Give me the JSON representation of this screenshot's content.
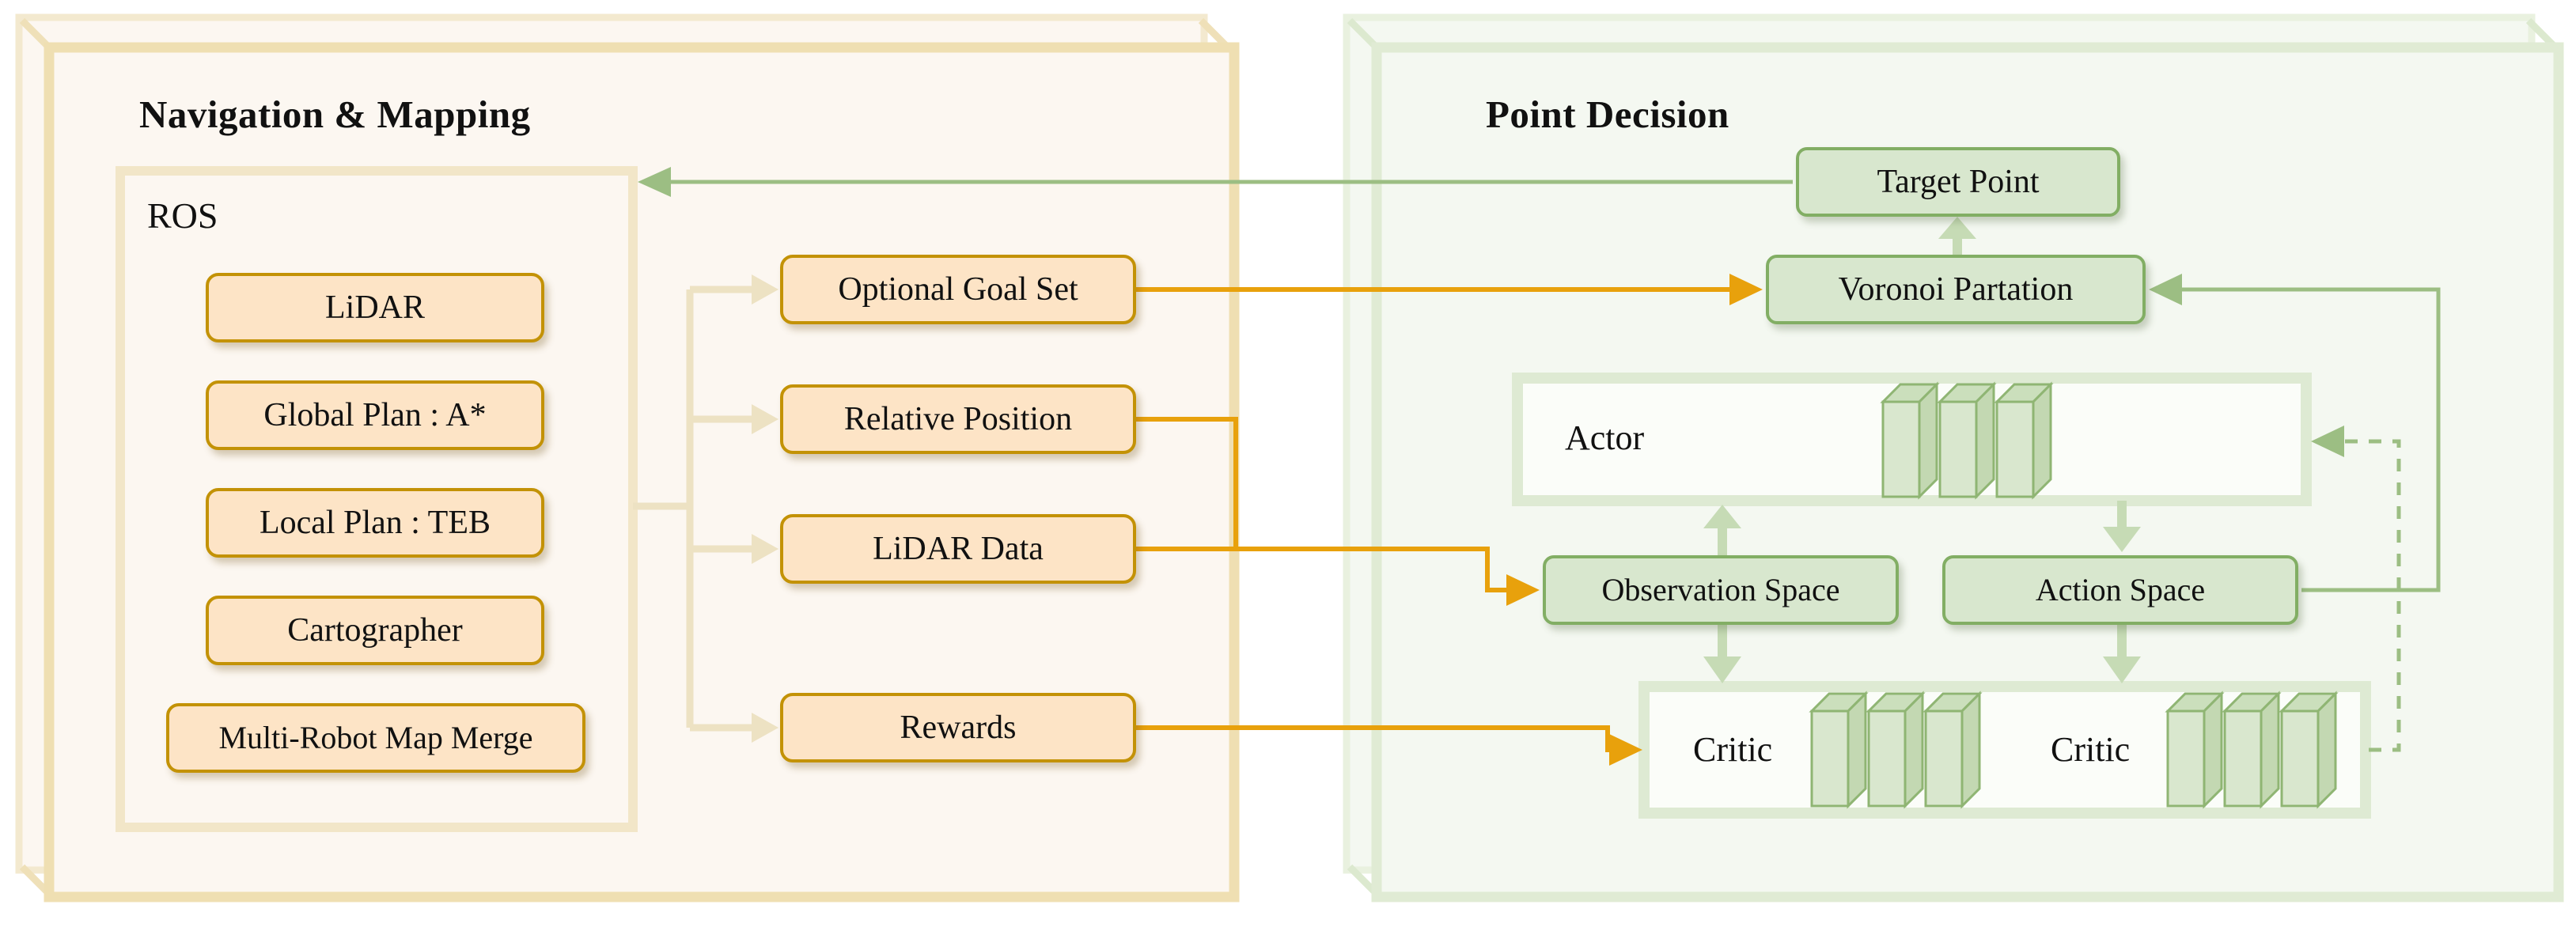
{
  "figure": {
    "kind": "multi-robot exploration architecture diagram"
  },
  "navigation_panel": {
    "title": "Navigation & Mapping",
    "ros": {
      "label": "ROS",
      "nodes": [
        "LiDAR",
        "Global Plan : A*",
        "Local Plan : TEB",
        "Cartographer",
        "Multi-Robot Map Merge"
      ]
    },
    "signals": [
      "Optional Goal Set",
      "Relative Position",
      "LiDAR Data",
      "Rewards"
    ]
  },
  "decision_panel": {
    "title": "Point Decision",
    "target_point": "Target Point",
    "voronoi": "Voronoi Partation",
    "actor": "Actor",
    "observation_space": "Observation Space",
    "action_space": "Action Space",
    "critics": [
      "Critic",
      "Critic"
    ]
  },
  "edges": [
    {
      "from": "ROS",
      "to": "Optional Goal Set / Relative Position / LiDAR Data / Rewards",
      "style": "beige-branch"
    },
    {
      "from": "Optional Goal Set",
      "to": "Voronoi Partation",
      "style": "orange-arrow"
    },
    {
      "from": "Relative Position",
      "to": "Observation Space",
      "style": "orange-arrow-join"
    },
    {
      "from": "LiDAR Data",
      "to": "Observation Space",
      "style": "orange-arrow"
    },
    {
      "from": "Rewards",
      "to": "Critic",
      "style": "orange-arrow"
    },
    {
      "from": "Target Point",
      "to": "ROS",
      "style": "green-arrow"
    },
    {
      "from": "Voronoi Partation",
      "to": "Target Point",
      "style": "pale-green-arrow"
    },
    {
      "from": "Observation Space",
      "to": "Actor",
      "style": "pale-green-arrow"
    },
    {
      "from": "Actor",
      "to": "Action Space",
      "style": "pale-green-arrow"
    },
    {
      "from": "Observation Space",
      "to": "Critic",
      "style": "pale-green-arrow"
    },
    {
      "from": "Action Space",
      "to": "Critic",
      "style": "pale-green-arrow"
    },
    {
      "from": "Action Space",
      "to": "Voronoi Partation",
      "style": "green-solid-feedback"
    },
    {
      "from": "Critic",
      "to": "Actor",
      "style": "green-dashed-feedback"
    }
  ],
  "colors": {
    "panel_left_fill": "#FCF7F1",
    "panel_left_frame": "#EFDFB2",
    "panel_right_fill": "#F4F8F1",
    "panel_right_frame": "#E0EBD4",
    "node_orange_fill": "#FDE4C6",
    "node_orange_border": "#C39206",
    "node_green_fill": "#D8E7CE",
    "node_green_border": "#82AE64",
    "connector_beige": "#EDE2C3",
    "connector_orange": "#E8A10C",
    "connector_green": "#9CBE83",
    "connector_pale_green": "#C6DBB5",
    "text": "#111111"
  }
}
